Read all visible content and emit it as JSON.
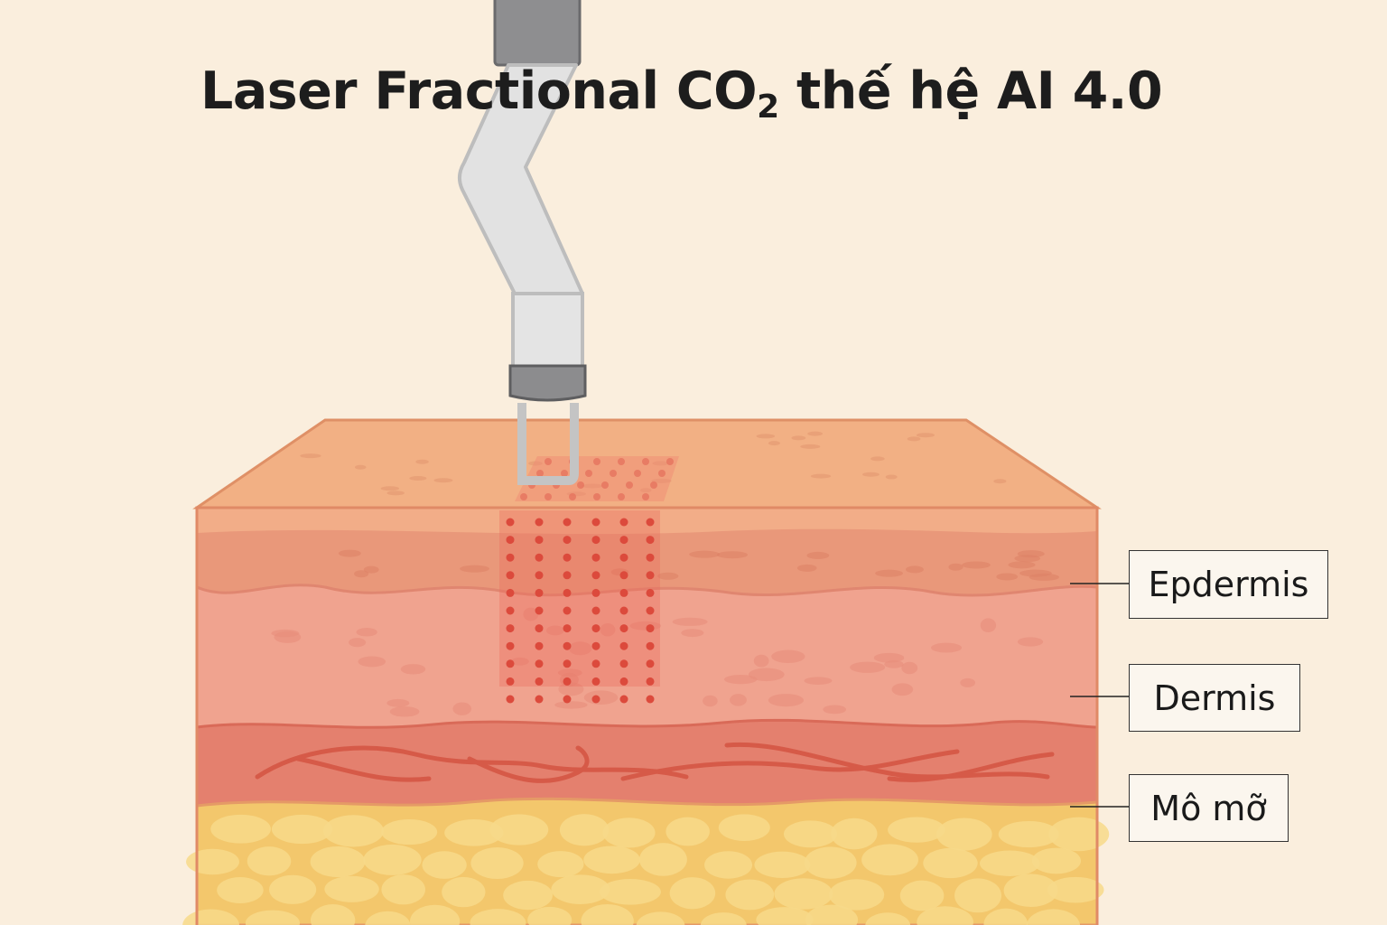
{
  "title": {
    "main": "Laser Fractional CO",
    "subscript": "2",
    "rest": " thế hệ AI 4.0"
  },
  "layers": [
    {
      "label": "Epdermis",
      "color": "#e9987a"
    },
    {
      "label": "Dermis",
      "color": "#f0a38f"
    },
    {
      "label": "Mô mỡ",
      "color": "#f3c76c"
    }
  ],
  "colors": {
    "background": "#faeedd",
    "top_face": "#f2b084",
    "deep_dermis": "#e4806e",
    "vessel": "#d9604e",
    "laser_dot": "#dc4a3c",
    "device": "#dcdcdc"
  }
}
